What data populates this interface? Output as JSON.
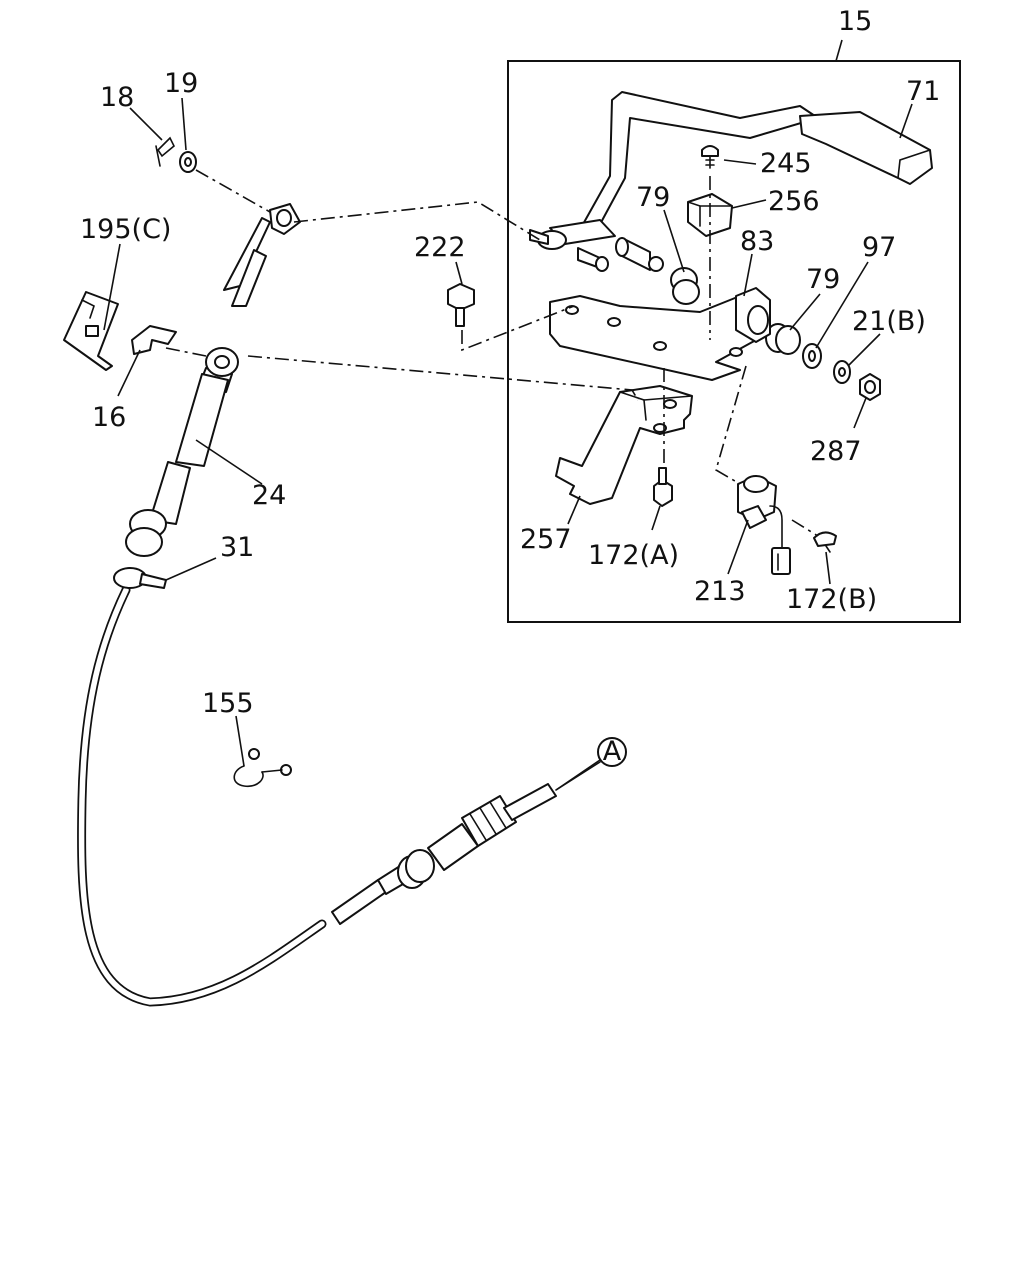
{
  "labels": {
    "p15": "15",
    "p71": "71",
    "p245": "245",
    "p256": "256",
    "p79a": "79",
    "p83": "83",
    "p97": "97",
    "p79b": "79",
    "p21b": "21(B)",
    "p287": "287",
    "p222": "222",
    "p257": "257",
    "p172a": "172(A)",
    "p213": "213",
    "p172b": "172(B)",
    "p18": "18",
    "p19": "19",
    "p195c": "195(C)",
    "p16": "16",
    "p24": "24",
    "p31": "31",
    "p155": "155",
    "refA": "A"
  }
}
